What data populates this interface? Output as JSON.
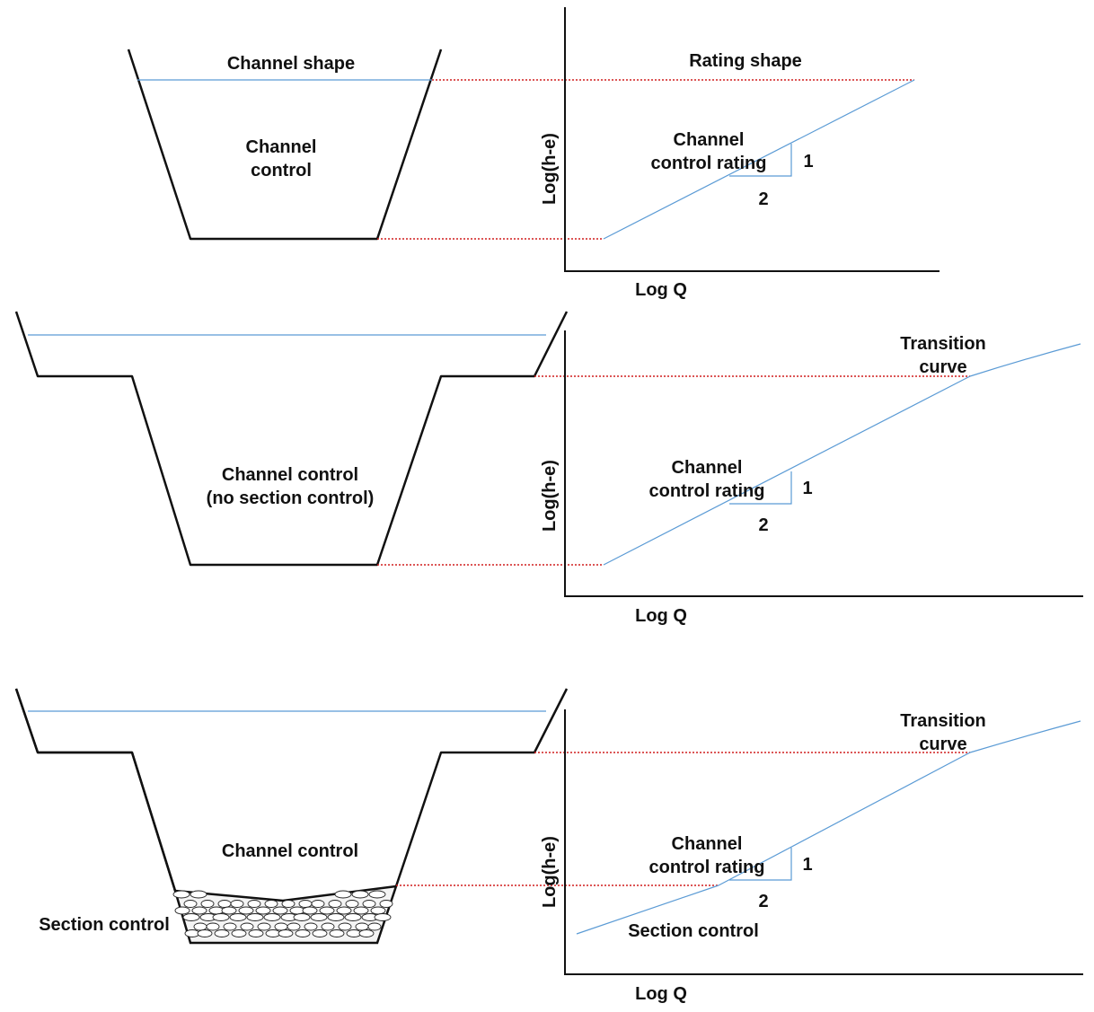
{
  "colors": {
    "outline": "#111111",
    "water_line": "#5b9bd5",
    "rating_curve": "#5b9bd5",
    "guide_dotted": "#d11f1f"
  },
  "panel1": {
    "section_title": "Channel shape",
    "section_label": [
      "Channel",
      "control"
    ],
    "graph_title": "Rating shape",
    "curve_label": [
      "Channel",
      "control rating"
    ],
    "slope_rise": "1",
    "slope_run": "2",
    "y_axis_label": "Log(h-e)",
    "x_axis_label": "Log Q"
  },
  "panel2": {
    "section_label": [
      "Channel control",
      "(no section control)"
    ],
    "transition_label": [
      "Transition",
      "curve"
    ],
    "curve_label": [
      "Channel",
      "control rating"
    ],
    "slope_rise": "1",
    "slope_run": "2",
    "y_axis_label": "Log(h-e)",
    "x_axis_label": "Log Q"
  },
  "panel3": {
    "section_label": "Channel control",
    "bed_label": "Section control",
    "transition_label": [
      "Transition",
      "curve"
    ],
    "curve_label": [
      "Channel",
      "control rating"
    ],
    "lower_curve_label": "Section control",
    "slope_rise": "1",
    "slope_run": "2",
    "y_axis_label": "Log(h-e)",
    "x_axis_label": "Log Q"
  }
}
